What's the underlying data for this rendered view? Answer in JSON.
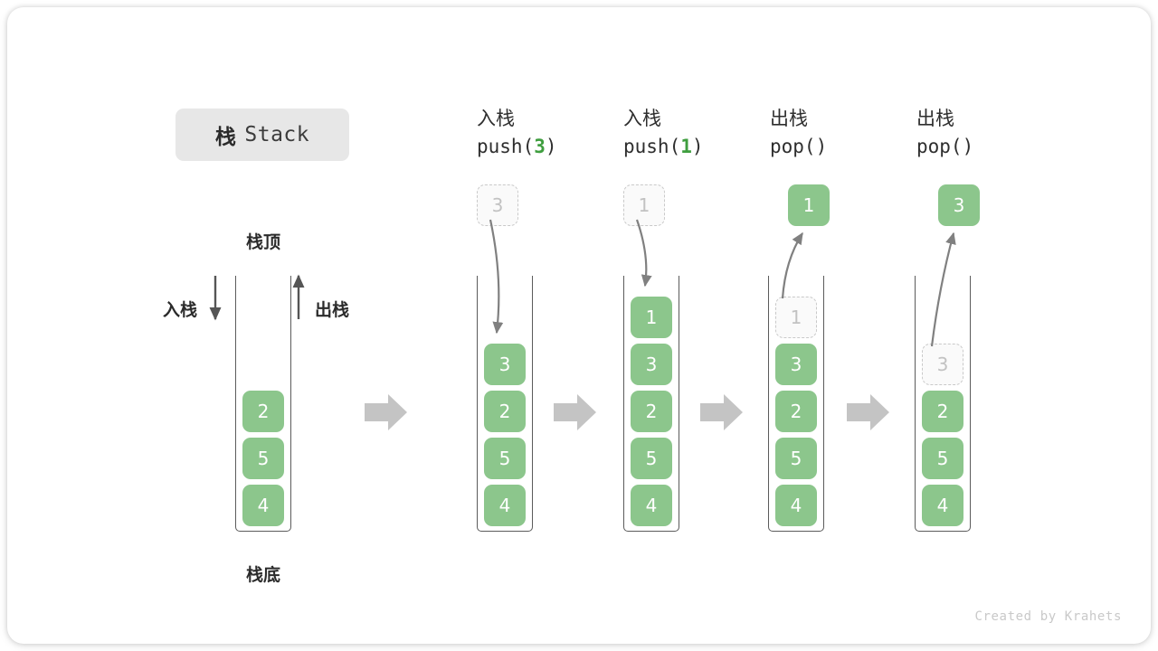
{
  "figure": {
    "title_cjk": "栈",
    "title_latin": "Stack",
    "footer": "Created by Krahets",
    "accent_green": "#8cc68c",
    "accent_green_text": "#3f9e3f",
    "arrow_gray": "#c4c4c4",
    "line_gray": "#808080",
    "ghost_border": "#c9c9c9"
  },
  "legend": {
    "top_label": "栈顶",
    "bottom_label": "栈底",
    "push_label": "入栈",
    "pop_label": "出栈"
  },
  "columns": [
    {
      "id": "initial",
      "head_line1": "",
      "head_line2": "",
      "op_prefix": "",
      "op_arg": "",
      "op_suffix": "",
      "cells": [
        {
          "value": "2",
          "state": "solid"
        },
        {
          "value": "5",
          "state": "solid"
        },
        {
          "value": "4",
          "state": "solid"
        }
      ],
      "floating": null
    },
    {
      "id": "push-3",
      "head_line1": "入栈",
      "op_prefix": "push(",
      "op_arg": "3",
      "op_suffix": ")",
      "cells": [
        {
          "value": "3",
          "state": "solid"
        },
        {
          "value": "2",
          "state": "solid"
        },
        {
          "value": "5",
          "state": "solid"
        },
        {
          "value": "4",
          "state": "solid"
        }
      ],
      "floating": {
        "value": "3",
        "state": "ghost"
      }
    },
    {
      "id": "push-1",
      "head_line1": "入栈",
      "op_prefix": "push(",
      "op_arg": "1",
      "op_suffix": ")",
      "cells": [
        {
          "value": "1",
          "state": "solid"
        },
        {
          "value": "3",
          "state": "solid"
        },
        {
          "value": "2",
          "state": "solid"
        },
        {
          "value": "5",
          "state": "solid"
        },
        {
          "value": "4",
          "state": "solid"
        }
      ],
      "floating": {
        "value": "1",
        "state": "ghost"
      }
    },
    {
      "id": "pop-1",
      "head_line1": "出栈",
      "op_prefix": "pop(",
      "op_arg": "",
      "op_suffix": ")",
      "cells": [
        {
          "value": "1",
          "state": "ghost"
        },
        {
          "value": "3",
          "state": "solid"
        },
        {
          "value": "2",
          "state": "solid"
        },
        {
          "value": "5",
          "state": "solid"
        },
        {
          "value": "4",
          "state": "solid"
        }
      ],
      "floating": {
        "value": "1",
        "state": "solid"
      }
    },
    {
      "id": "pop-3",
      "head_line1": "出栈",
      "op_prefix": "pop(",
      "op_arg": "",
      "op_suffix": ")",
      "cells": [
        {
          "value": "3",
          "state": "ghost"
        },
        {
          "value": "2",
          "state": "solid"
        },
        {
          "value": "5",
          "state": "solid"
        },
        {
          "value": "4",
          "state": "solid"
        }
      ],
      "floating": {
        "value": "3",
        "state": "solid"
      }
    }
  ]
}
